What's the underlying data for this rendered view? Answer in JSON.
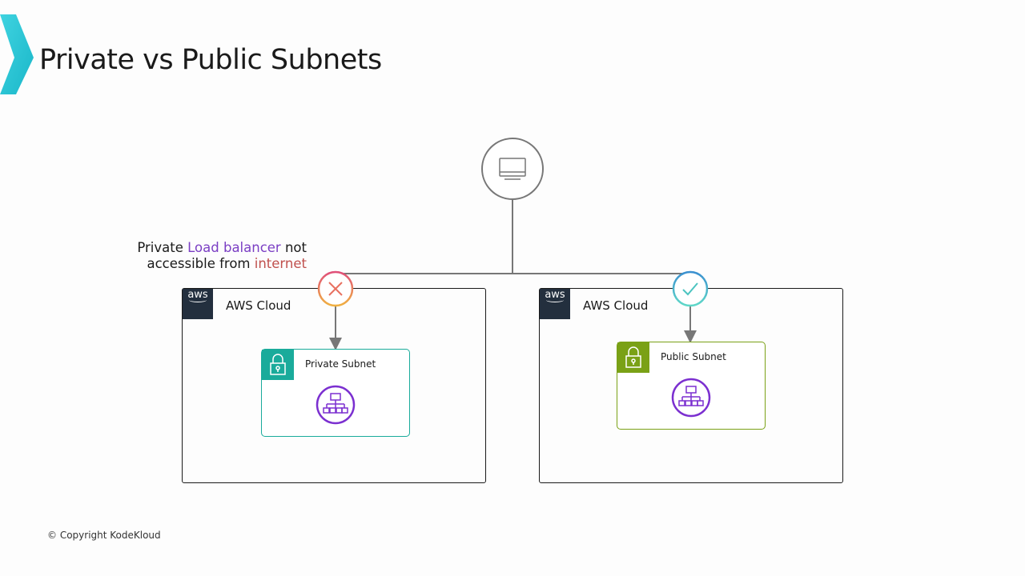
{
  "title": "Private vs Public Subnets",
  "note": {
    "line1_a": "Private ",
    "line1_b": "Load balancer",
    "line1_c": " not",
    "line2_a": "accessible from ",
    "line2_b": "internet"
  },
  "colors": {
    "purple": "#7b3fc4",
    "red": "#c0504d",
    "teal": "#1aab9b",
    "green": "#7aa116",
    "lb": "#7b2fd0"
  },
  "left": {
    "badge": "aws",
    "cloud": "AWS Cloud",
    "subnet": "Private Subnet",
    "status": "x-icon"
  },
  "right": {
    "badge": "aws",
    "cloud": "AWS Cloud",
    "subnet": "Public Subnet",
    "status": "check-icon"
  },
  "copyright": "© Copyright KodeKloud"
}
